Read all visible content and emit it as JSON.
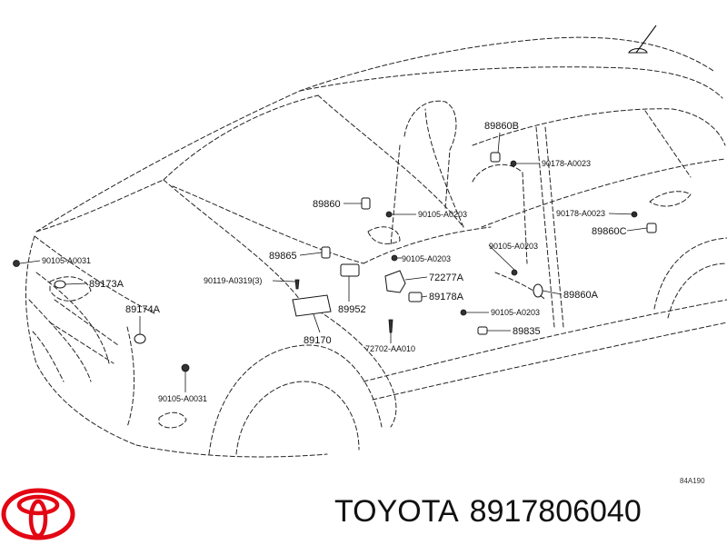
{
  "labels": {
    "p89860B": "89860B",
    "p90178_top": "90178-A0023",
    "p89860": "89860",
    "p90105_a": "90105-A0203",
    "p90178_mid": "90178-A0023",
    "p89860C": "89860C",
    "p90105_left": "90105-A0031",
    "p89865": "89865",
    "p90105_b": "90105-A0203",
    "p90105_c": "90105-A0203",
    "p89173A": "89173A",
    "p90119": "90119-A0319(3)",
    "p72277A": "72277A",
    "p89178A": "89178A",
    "p89860A": "89860A",
    "p89174A": "89174A",
    "p89952": "89952",
    "p90105_d": "90105-A0203",
    "p89170": "89170",
    "p89835": "89835",
    "p72702": "72702-AA010",
    "p90105_bottom": "90105-A0031",
    "diagram_code": "84A190"
  },
  "brand": {
    "name": "TOYOTA",
    "part_number": "8917806040"
  },
  "colors": {
    "line": "#111111",
    "logo": "#e30613",
    "background": "#ffffff"
  }
}
